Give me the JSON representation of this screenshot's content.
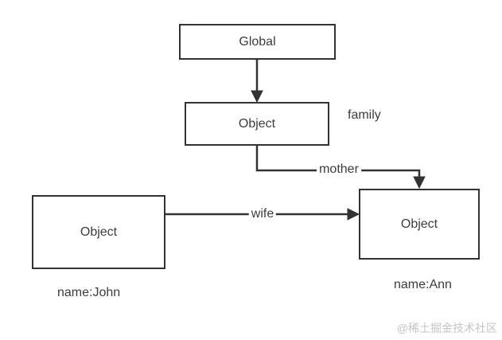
{
  "diagram": {
    "nodes": {
      "global": {
        "label": "Global"
      },
      "family_object": {
        "label": "Object"
      },
      "john_object": {
        "label": "Object"
      },
      "ann_object": {
        "label": "Object"
      }
    },
    "edges": {
      "mother": {
        "label": "mother"
      },
      "wife": {
        "label": "wife"
      }
    },
    "annotations": {
      "family": "family",
      "john_name": "name:John",
      "ann_name": "name:Ann"
    },
    "colors": {
      "line": "#333333",
      "text": "#3c3c3c",
      "background": "#ffffff",
      "watermark": "#c4c4c4"
    }
  },
  "watermark": {
    "text": "@稀土掘金技术社区"
  }
}
